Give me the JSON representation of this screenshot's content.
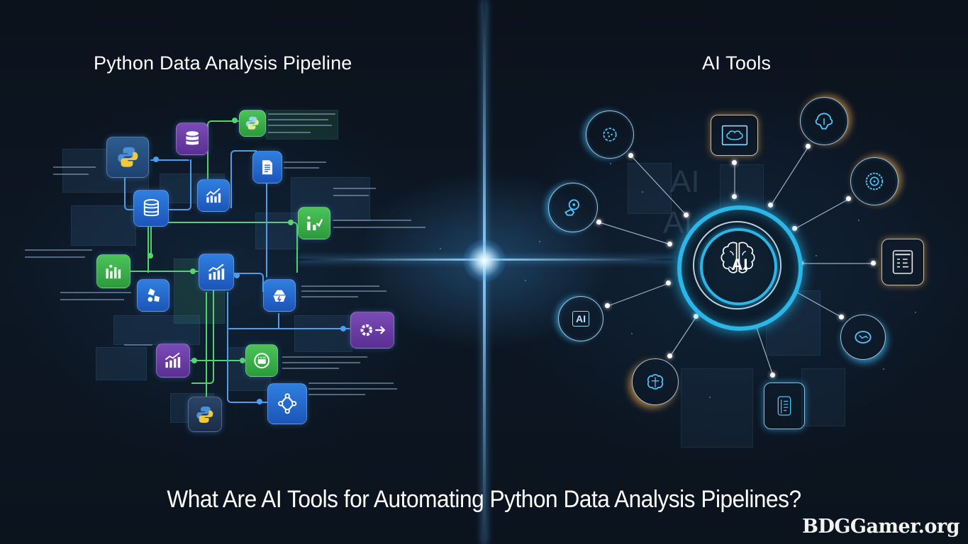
{
  "left_section": {
    "title": "Python Data Analysis Pipeline",
    "nodes": [
      {
        "icon": "python-logo-icon",
        "color": "blue"
      },
      {
        "icon": "database-icon",
        "color": "purple"
      },
      {
        "icon": "python-logo-icon",
        "color": "green"
      },
      {
        "icon": "database-icon",
        "color": "blue"
      },
      {
        "icon": "bar-chart-trend-icon",
        "color": "blue"
      },
      {
        "icon": "document-icon",
        "color": "blue"
      },
      {
        "icon": "analytics-icon",
        "color": "green"
      },
      {
        "icon": "bar-chart-icon",
        "color": "green"
      },
      {
        "icon": "bar-chart-trend-icon",
        "color": "blue"
      },
      {
        "icon": "data-shapes-icon",
        "color": "blue"
      },
      {
        "icon": "cloud-process-icon",
        "color": "blue"
      },
      {
        "icon": "gear-arrow-icon",
        "color": "purple"
      },
      {
        "icon": "bar-chart-trend-icon",
        "color": "purple"
      },
      {
        "icon": "processing-badge-icon",
        "color": "green"
      },
      {
        "icon": "python-logo-icon",
        "color": "dark"
      },
      {
        "icon": "network-graph-icon",
        "color": "blue"
      }
    ]
  },
  "right_section": {
    "title": "AI Tools",
    "hub_label": "AI",
    "background_text": "AI",
    "nodes": [
      {
        "icon": "gear-chip-icon",
        "shape": "circle"
      },
      {
        "icon": "brain-monitor-icon",
        "shape": "rounded-square"
      },
      {
        "icon": "brain-icon",
        "shape": "circle"
      },
      {
        "icon": "location-pin-icon",
        "shape": "circle"
      },
      {
        "icon": "circuit-brain-icon",
        "shape": "circle"
      },
      {
        "icon": "dashboard-panel-icon",
        "shape": "rounded-square"
      },
      {
        "icon": "ai-chat-icon",
        "shape": "circle",
        "label": "AI"
      },
      {
        "icon": "brain-lobes-icon",
        "shape": "circle"
      },
      {
        "icon": "server-rack-icon",
        "shape": "rounded-square"
      },
      {
        "icon": "organic-brain-icon",
        "shape": "circle"
      }
    ]
  },
  "headline": "What Are AI Tools for Automating Python Data Analysis Pipelines?",
  "watermark": "BDGGamer.org",
  "colors": {
    "background": "#0c1420",
    "accent_cyan": "#2ab6e8",
    "wire_green": "#4fd36a",
    "wire_blue": "#4a9ff0",
    "tile_blue": "#2f7fe0",
    "tile_green": "#4cc35a",
    "tile_purple": "#7a4bb5",
    "glow_gold": "#ffb450"
  }
}
